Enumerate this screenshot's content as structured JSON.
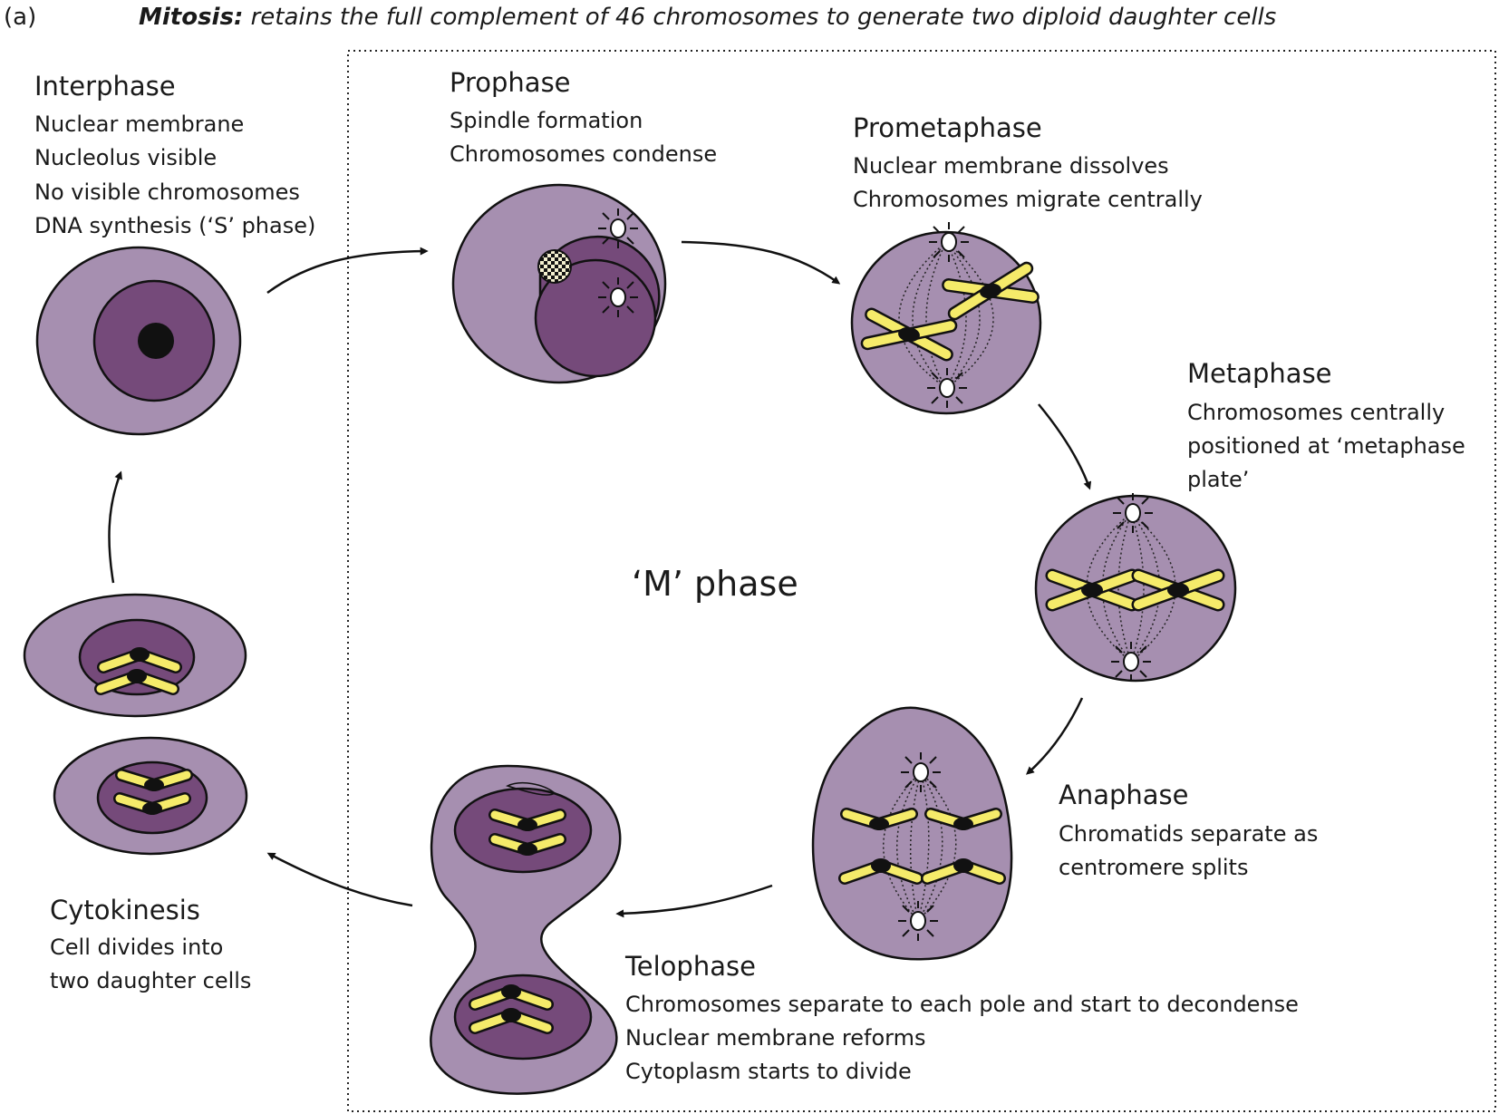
{
  "panel_letter": "(a)",
  "title": {
    "bold": "Mitosis:",
    "rest": " retains the full complement of 46 chromosomes to generate two diploid daughter cells"
  },
  "m_phase_label": "‘M’ phase",
  "stages": {
    "interphase": {
      "name": "Interphase",
      "lines": [
        "Nuclear membrane",
        "Nucleolus visible",
        "No visible chromosomes",
        "DNA synthesis (‘S’ phase)"
      ]
    },
    "prophase": {
      "name": "Prophase",
      "lines": [
        "Spindle formation",
        "Chromosomes condense"
      ]
    },
    "prometaphase": {
      "name": "Prometaphase",
      "lines": [
        "Nuclear membrane dissolves",
        "Chromosomes migrate centrally"
      ]
    },
    "metaphase": {
      "name": "Metaphase",
      "lines": [
        "Chromosomes centrally",
        "positioned at ‘metaphase",
        "plate’"
      ]
    },
    "anaphase": {
      "name": "Anaphase",
      "lines": [
        "Chromatids separate as",
        "centromere splits"
      ]
    },
    "telophase": {
      "name": "Telophase",
      "lines": [
        "Chromosomes separate to each pole and start to decondense",
        "Nuclear membrane reforms",
        "Cytoplasm starts to divide"
      ]
    },
    "cytokinesis": {
      "name": "Cytokinesis",
      "lines": [
        "Cell divides into",
        "two daughter cells"
      ]
    }
  },
  "colors": {
    "cytoplasm": "#a68fb0",
    "nucleus": "#754a7a",
    "chromosome": "#f5eb6a",
    "centromere": "#111111",
    "outline": "#1a1a1a"
  }
}
